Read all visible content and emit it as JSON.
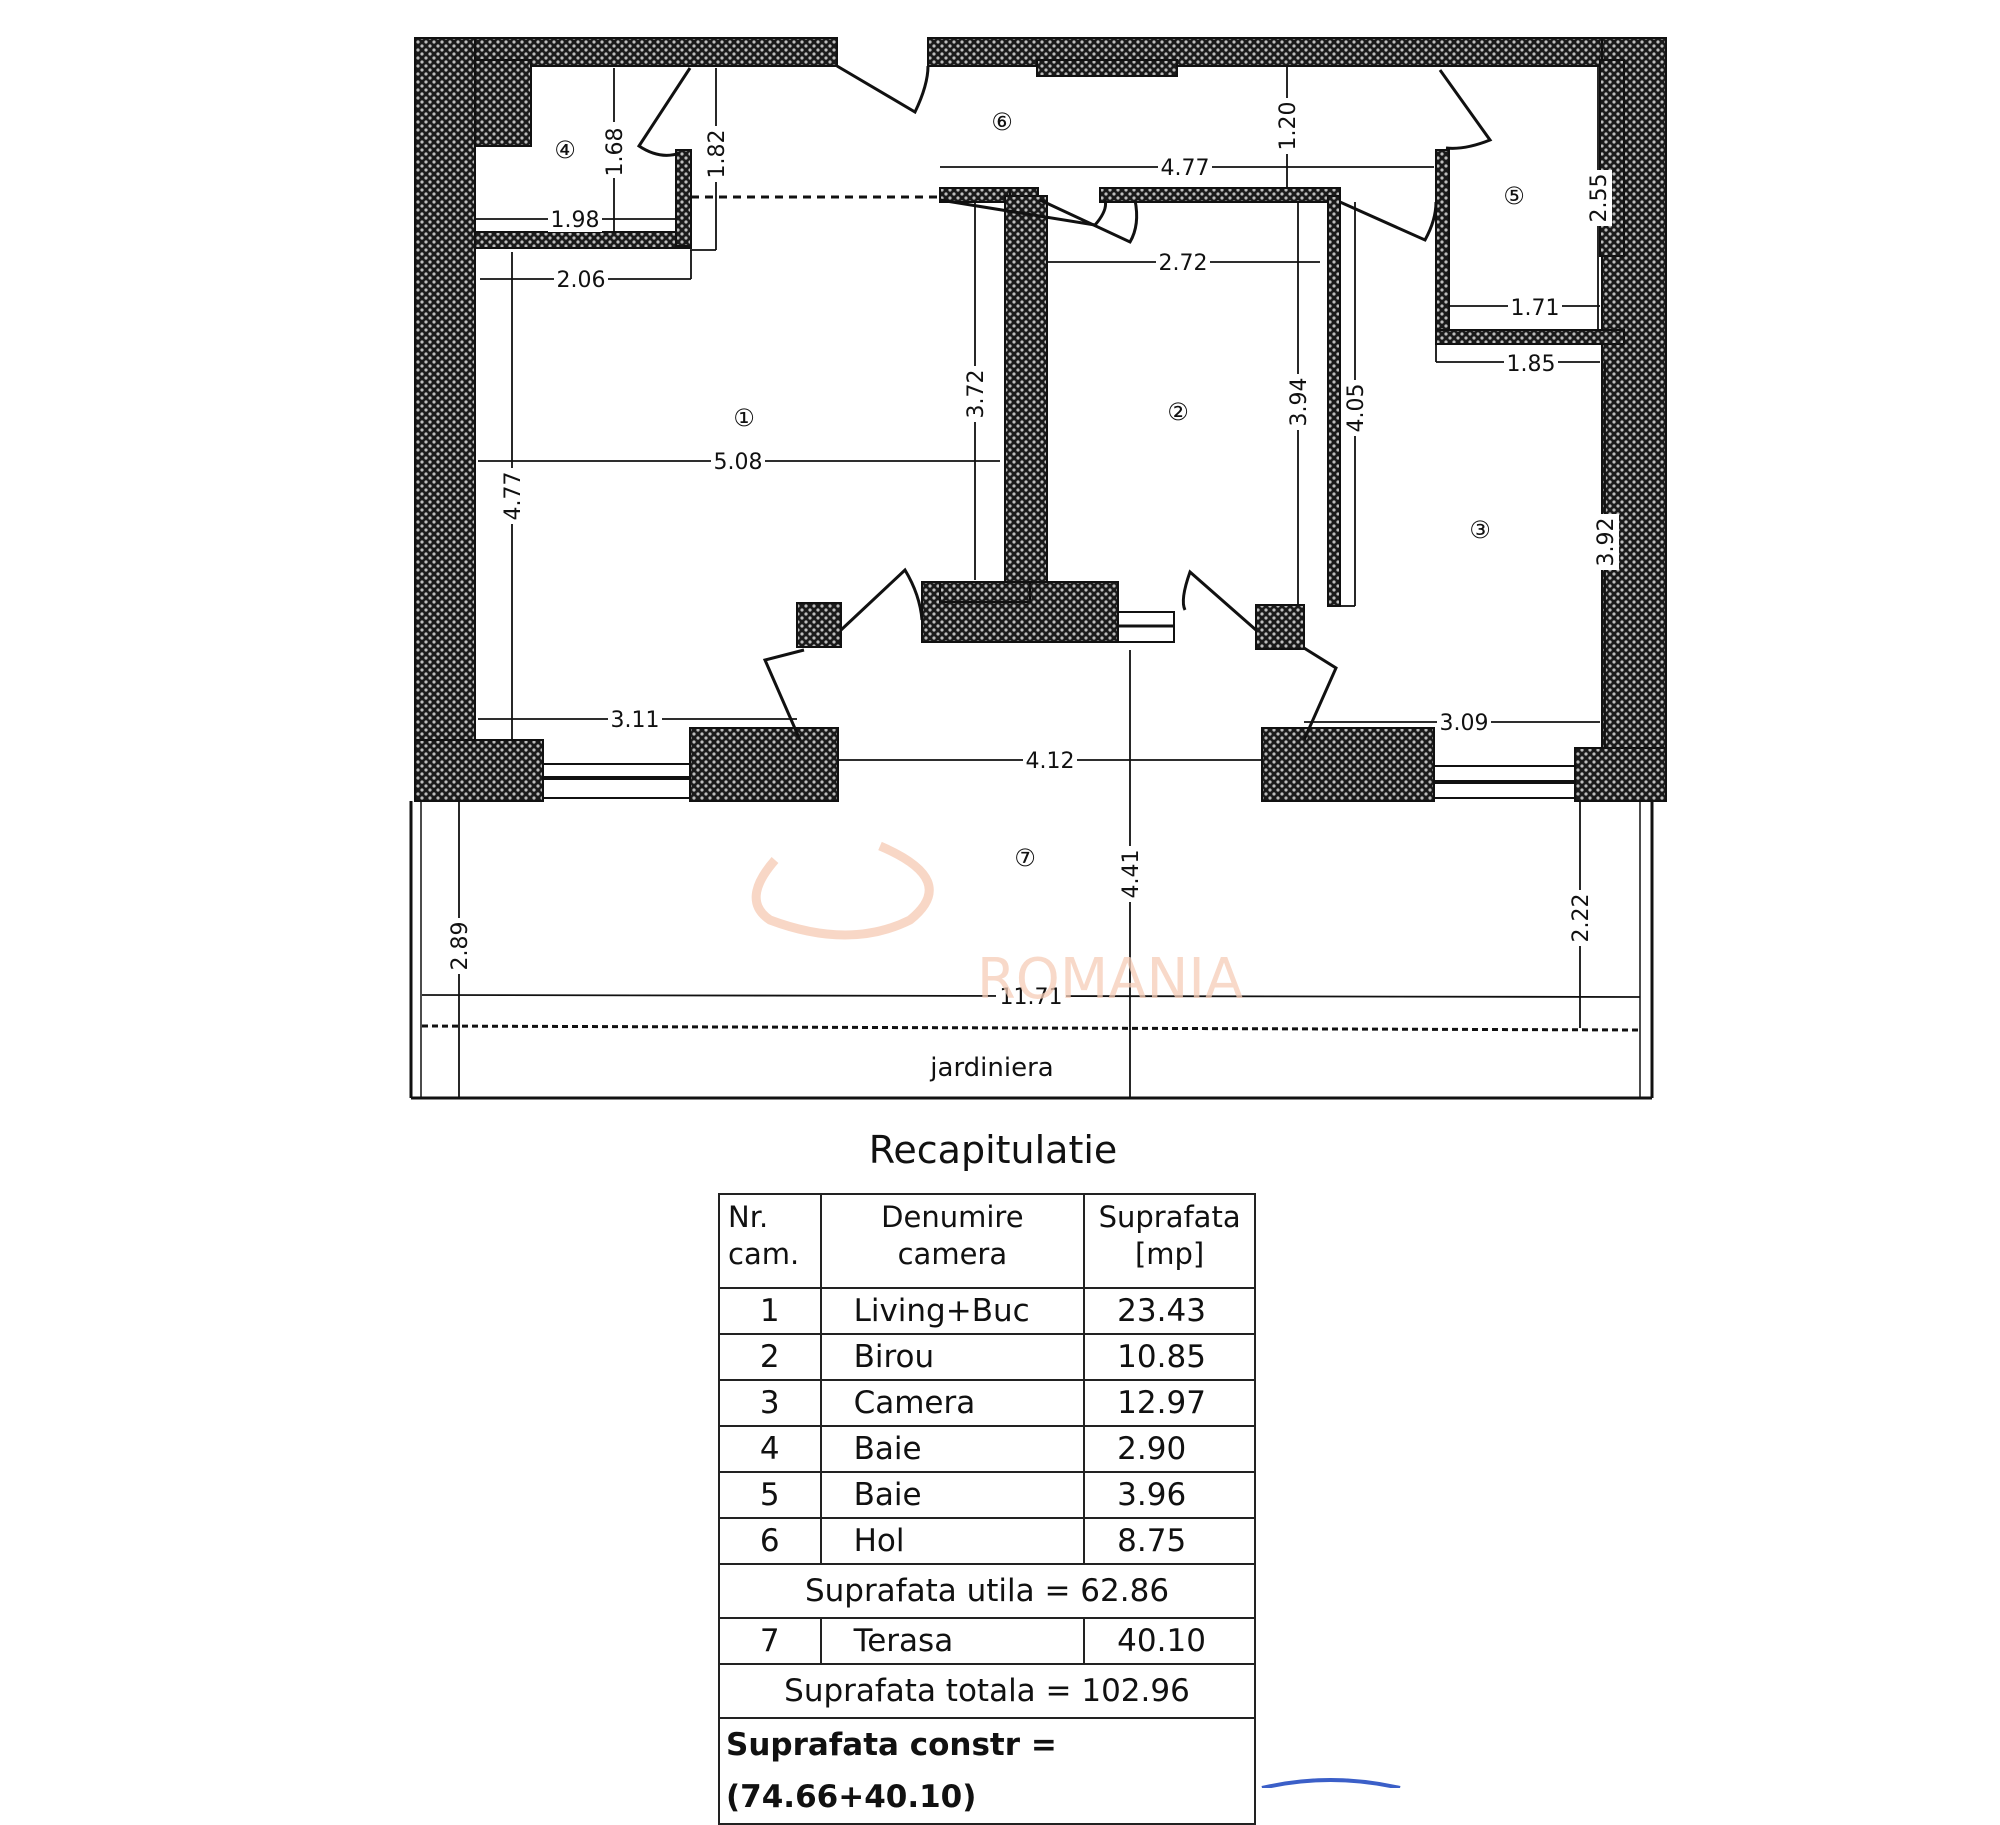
{
  "plan": {
    "rooms": [
      {
        "id": "1",
        "symbol": "①"
      },
      {
        "id": "2",
        "symbol": "②"
      },
      {
        "id": "3",
        "symbol": "③"
      },
      {
        "id": "4",
        "symbol": "④"
      },
      {
        "id": "5",
        "symbol": "⑤"
      },
      {
        "id": "6",
        "symbol": "⑥"
      },
      {
        "id": "7",
        "symbol": "⑦"
      }
    ],
    "dimensions": {
      "d_1_68": "1.68",
      "d_1_82": "1.82",
      "d_1_98": "1.98",
      "d_2_06": "2.06",
      "d_1_20": "1.20",
      "d_4_77_top": "4.77",
      "d_2_72": "2.72",
      "d_2_55": "2.55",
      "d_1_71": "1.71",
      "d_1_85": "1.85",
      "d_3_72": "3.72",
      "d_5_08": "5.08",
      "d_4_77_left": "4.77",
      "d_3_94": "3.94",
      "d_4_05": "4.05",
      "d_3_92": "3.92",
      "d_3_11": "3.11",
      "d_3_09": "3.09",
      "d_4_12": "4.12",
      "d_4_41": "4.41",
      "d_2_89": "2.89",
      "d_2_22": "2.22",
      "d_11_71": "11.71"
    },
    "planter_label": "jardiniera",
    "watermark": "ROMANIA"
  },
  "summary": {
    "title": "Recapitulatie",
    "headers": {
      "nr": [
        "Nr.",
        "cam."
      ],
      "name": [
        "Denumire",
        "camera"
      ],
      "area": [
        "Suprafata",
        "[mp]"
      ]
    },
    "rows": [
      {
        "nr": "1",
        "name": "Living+Buc",
        "area": "23.43"
      },
      {
        "nr": "2",
        "name": "Birou",
        "area": "10.85"
      },
      {
        "nr": "3",
        "name": "Camera",
        "area": "12.97"
      },
      {
        "nr": "4",
        "name": "Baie",
        "area": "2.90"
      },
      {
        "nr": "5",
        "name": "Baie",
        "area": "3.96"
      },
      {
        "nr": "6",
        "name": "Hol",
        "area": "8.75"
      }
    ],
    "useful_area": "Suprafata utila  =  62.86",
    "terrace": {
      "nr": "7",
      "name": "Terasa",
      "area": "40.10"
    },
    "total_area": "Suprafata totala  =  102.96",
    "built_area": "Suprafata constr =(74.66+40.10)"
  }
}
